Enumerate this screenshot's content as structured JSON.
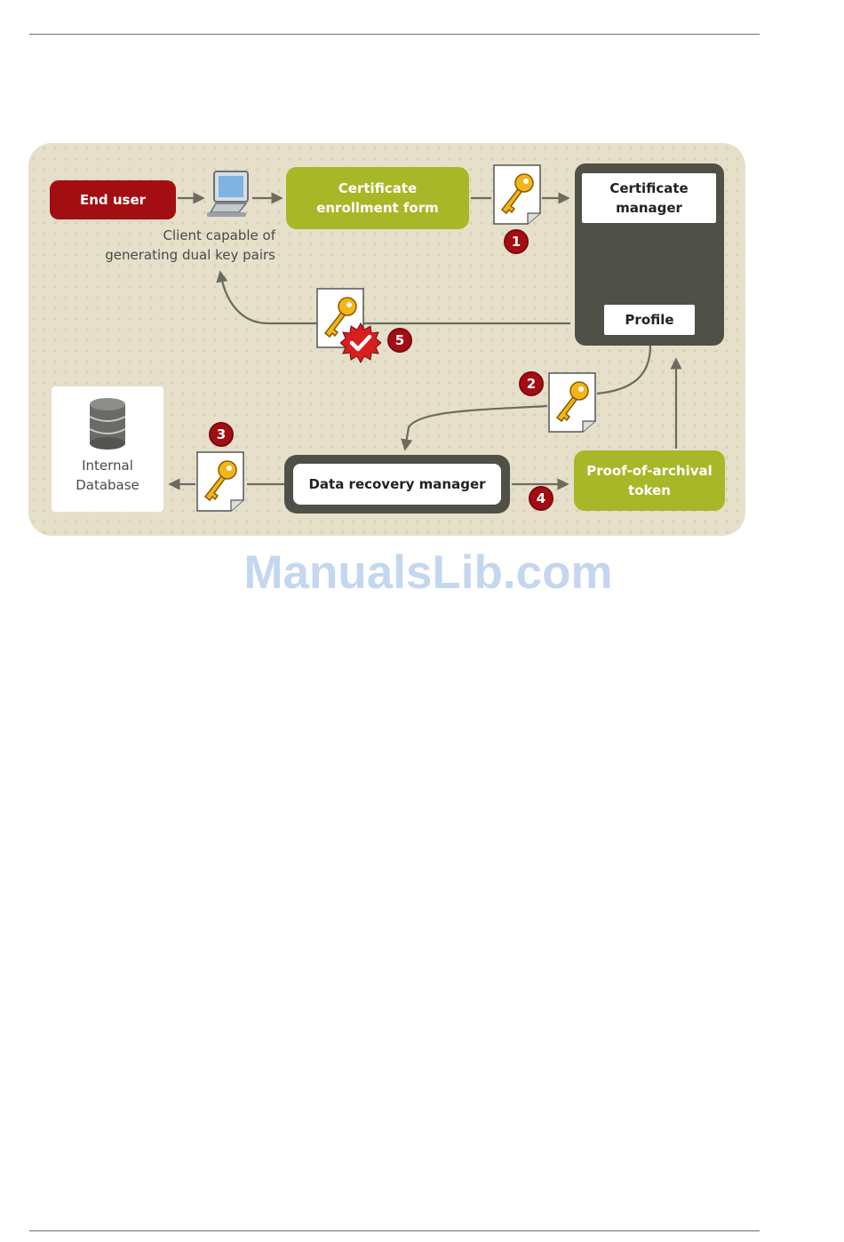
{
  "diagram": {
    "end_user": "End user",
    "client_label_line1": "Client capable of",
    "client_label_line2": "generating dual key pairs",
    "enroll_line1": "Certificate",
    "enroll_line2": "enrollment form",
    "cm_line1": "Certificate",
    "cm_line2": "manager",
    "profile": "Profile",
    "drm": "Data recovery manager",
    "poa_line1": "Proof-of-archival",
    "poa_line2": "token",
    "db_line1": "Internal",
    "db_line2": "Database",
    "steps": [
      "1",
      "2",
      "3",
      "4",
      "5"
    ]
  },
  "colors": {
    "red": "#a30e13",
    "olive": "#a8b727",
    "charcoal": "#4f5048",
    "background": "#e6dfca"
  },
  "icons": [
    "monitor-icon",
    "key-document-icon",
    "database-icon",
    "approved-seal-icon"
  ],
  "watermark": "ManualsLib.com"
}
